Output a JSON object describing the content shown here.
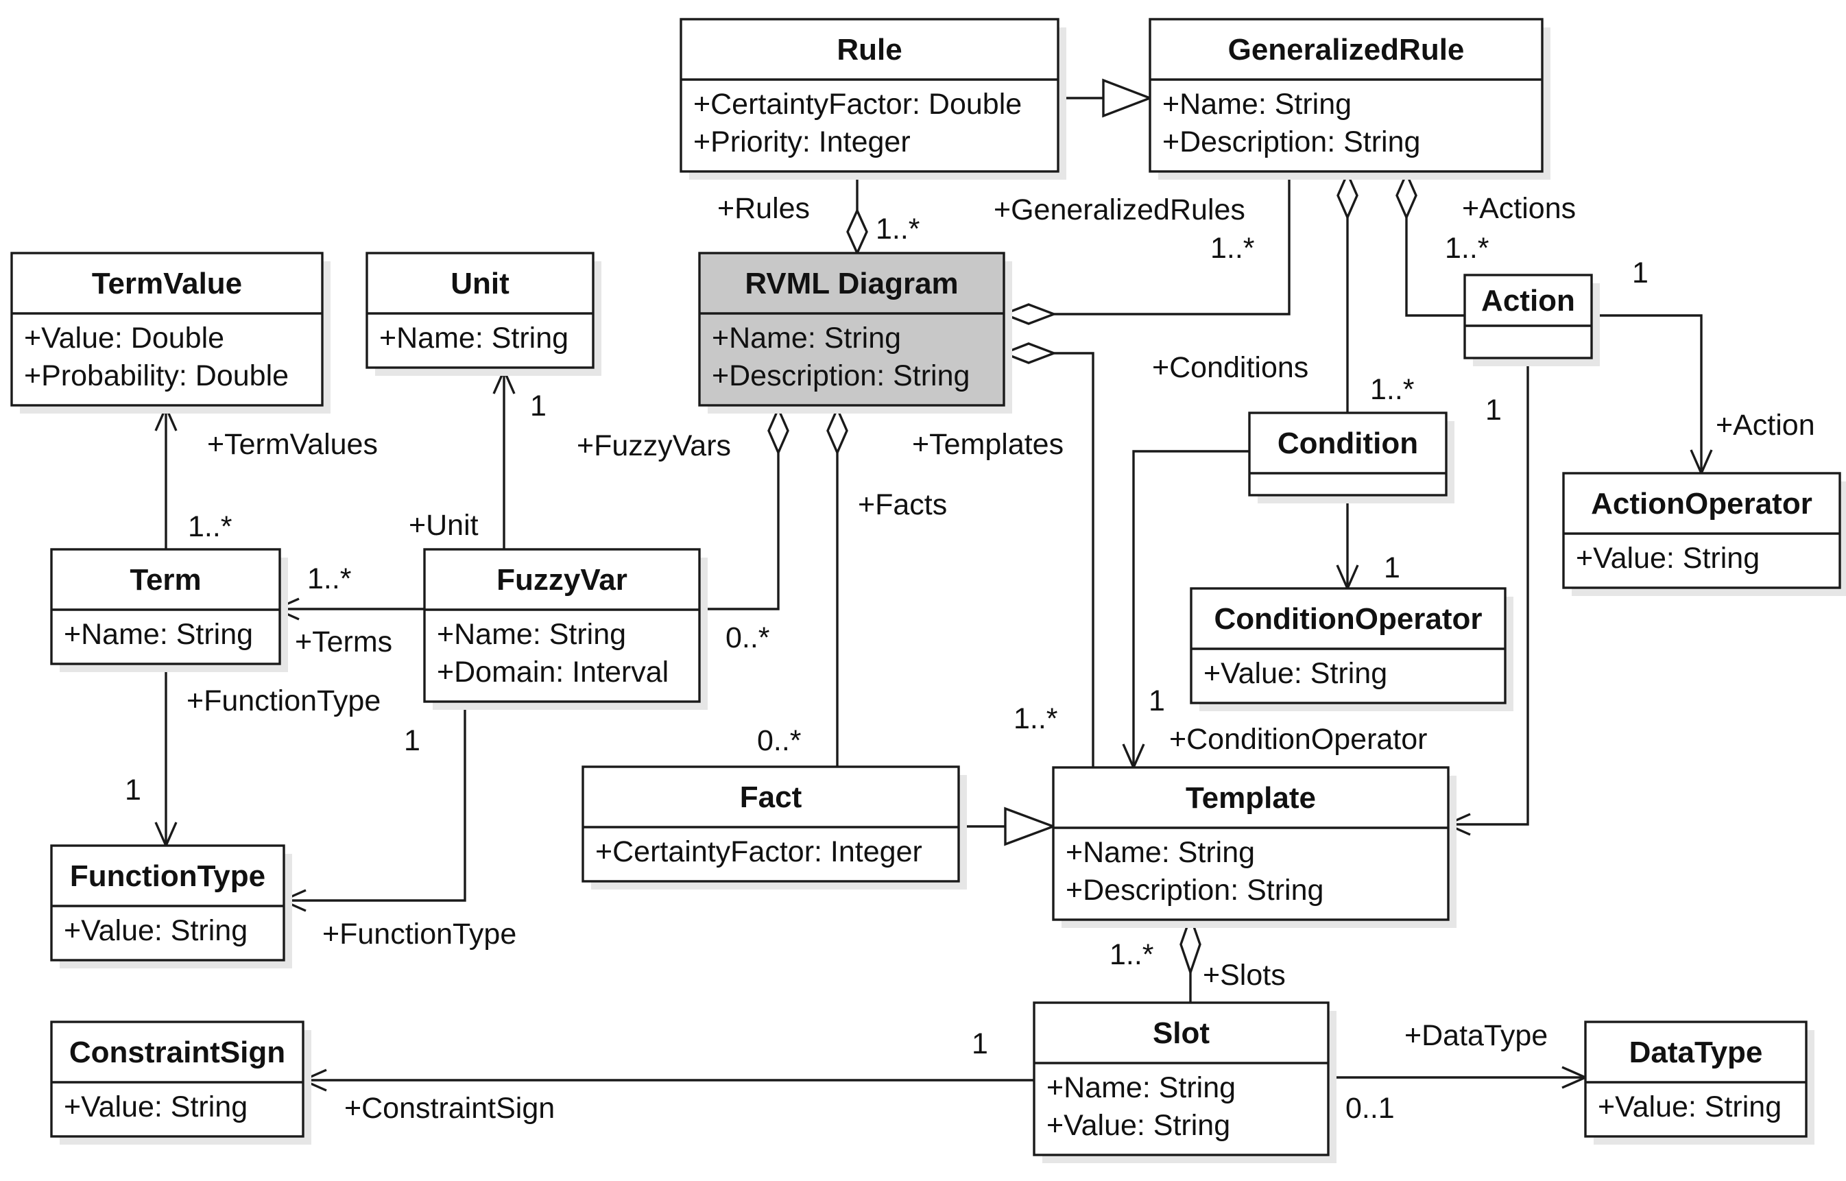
{
  "classes": {
    "rule": {
      "name": "Rule",
      "attrs": [
        "+CertaintyFactor: Double",
        "+Priority: Integer"
      ]
    },
    "generalized_rule": {
      "name": "GeneralizedRule",
      "attrs": [
        "+Name: String",
        "+Description: String"
      ]
    },
    "rvml_diagram": {
      "name": "RVML Diagram",
      "attrs": [
        "+Name: String",
        "+Description: String"
      ]
    },
    "term_value": {
      "name": "TermValue",
      "attrs": [
        "+Value: Double",
        "+Probability: Double"
      ]
    },
    "unit": {
      "name": "Unit",
      "attrs": [
        "+Name: String"
      ]
    },
    "action": {
      "name": "Action",
      "attrs": []
    },
    "action_operator": {
      "name": "ActionOperator",
      "attrs": [
        "+Value: String"
      ]
    },
    "condition": {
      "name": "Condition",
      "attrs": []
    },
    "condition_operator": {
      "name": "ConditionOperator",
      "attrs": [
        "+Value: String"
      ]
    },
    "term": {
      "name": "Term",
      "attrs": [
        "+Name: String"
      ]
    },
    "fuzzy_var": {
      "name": "FuzzyVar",
      "attrs": [
        "+Name: String",
        "+Domain: Interval"
      ]
    },
    "function_type": {
      "name": "FunctionType",
      "attrs": [
        "+Value: String"
      ]
    },
    "fact": {
      "name": "Fact",
      "attrs": [
        "+CertaintyFactor: Integer"
      ]
    },
    "template": {
      "name": "Template",
      "attrs": [
        "+Name: String",
        "+Description: String"
      ]
    },
    "slot": {
      "name": "Slot",
      "attrs": [
        "+Name: String",
        "+Value: String"
      ]
    },
    "constraint_sign": {
      "name": "ConstraintSign",
      "attrs": [
        "+Value: String"
      ]
    },
    "data_type": {
      "name": "DataType",
      "attrs": [
        "+Value: String"
      ]
    }
  },
  "labels": {
    "rules_role": "+Rules",
    "rules_mult": "1..*",
    "generalized_rules_role": "+GeneralizedRules",
    "generalized_rules_mult": "1..*",
    "actions_role": "+Actions",
    "actions_mult": "1..*",
    "action_role": "+Action",
    "action_operator_mult": "1",
    "action_template_mult": "1",
    "conditions_role": "+Conditions",
    "conditions_mult": "1..*",
    "condition_operator_mult": "1",
    "condition_operator_role": "+ConditionOperator",
    "condition_template_mult": "1",
    "term_values_role": "+TermValues",
    "term_values_mult": "1..*",
    "unit_mult": "1",
    "unit_role": "+Unit",
    "fuzzy_vars_role": "+FuzzyVars",
    "fuzzy_vars_mult": "0..*",
    "facts_role": "+Facts",
    "facts_mult": "0..*",
    "templates_role": "+Templates",
    "templates_mult": "1..*",
    "terms_mult": "1..*",
    "terms_role": "+Terms",
    "term_function_type_role": "+FunctionType",
    "term_function_type_mult": "1",
    "fuzzyvar_function_type_mult": "1",
    "fuzzyvar_function_type_role": "+FunctionType",
    "slots_mult": "1..*",
    "slots_role": "+Slots",
    "constraint_sign_mult": "1",
    "constraint_sign_role": "+ConstraintSign",
    "data_type_role": "+DataType",
    "data_type_mult": "0..1"
  }
}
